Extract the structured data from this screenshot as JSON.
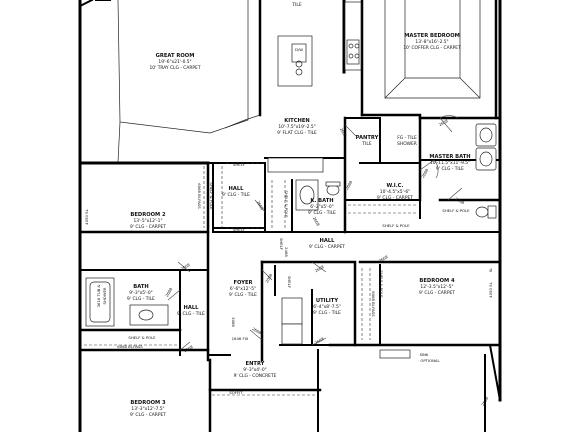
{
  "rooms": {
    "great_room": {
      "name": "GREAT ROOM",
      "dims": "19'-6\"x21'-0.5\"",
      "ceiling": "10' TRAY CLG - CARPET"
    },
    "kitchen": {
      "name": "KITCHEN",
      "dims": "10'-7.5\"x19'-2.5\"",
      "ceiling": "9' FLAT CLG - TILE",
      "top_label": "TILE"
    },
    "master_bedroom": {
      "name": "MASTER BEDROOM",
      "dims": "13'-8\"x16'-2.5\"",
      "ceiling": "10' COFFER CLG - CARPET"
    },
    "pantry": {
      "name": "PANTRY",
      "ceiling": "TILE"
    },
    "fg_shower": {
      "line1": "FG - TILE",
      "line2": "SHOWER"
    },
    "master_bath": {
      "name": "MASTER BATH",
      "dims": "10'-11.5\"x11'-9.5\"",
      "ceiling": "9' CLG - TILE"
    },
    "wic": {
      "name": "W.I.C.",
      "dims": "10'-4.5\"x5'-6\"",
      "ceiling": "9' CLG - CARPET"
    },
    "hall_upper": {
      "name": "HALL",
      "ceiling": "9' CLG - TILE"
    },
    "kbath": {
      "name": "K. BATH",
      "dims": "6'-2\"x5'-0\"",
      "ceiling": "9' CLG - TILE"
    },
    "bedroom2": {
      "name": "BEDROOM 2",
      "dims": "13'-5\"x12'-1\"",
      "ceiling": "9' CLG - CARPET"
    },
    "hall_center": {
      "name": "HALL",
      "ceiling": "9' CLG - CARPET"
    },
    "bedroom4": {
      "name": "BEDROOM 4",
      "dims": "12'-3.5\"x12'-5\"",
      "ceiling": "9' CLG - CARPET"
    },
    "foyer": {
      "name": "FOYER",
      "dims": "6'-6\"x12'-5\"",
      "ceiling": "9' CLG - TILE"
    },
    "utility": {
      "name": "UTILITY",
      "dims": "6'-4\"x8'-7.5\"",
      "ceiling": "9' CLG - TILE"
    },
    "bath": {
      "name": "BATH",
      "dims": "9'-3\"x5'-0\"",
      "ceiling": "9' CLG - TILE"
    },
    "hall_left": {
      "name": "HALL",
      "ceiling": "9' CLG - TILE"
    },
    "entry": {
      "name": "ENTRY",
      "dims": "9'-3\"x4'-0\"",
      "ceiling": "9' CLG - CONCRETE"
    },
    "bedroom3": {
      "name": "BEDROOM 3",
      "dims": "13'-3\"x12'-7.5\"",
      "ceiling": "9' CLG - CARPET"
    }
  },
  "labels": {
    "dw": "D/W",
    "shelf_upper": "SHELF",
    "shelf_lower": "SHELF",
    "shelf_pole_1": "SHELF & POLE",
    "shelf_pole_2": "SHELF & POLE",
    "shelf_pole_3": "SHELF & POLE",
    "shelf_pole_v1": "SHELF & POLE",
    "shelf_pole_v2": "SHELF & POLE",
    "shelf_pole_v3": "SHELF & POLE",
    "shelf_v1": "SHELF",
    "shelf_v2": "SHELF",
    "bipass_v1": "6068 BI-PASS",
    "bipass_v2": "6068 BI-PASS",
    "bipass_h": "6068 BI-PASS",
    "sl_v1": "4050 SL",
    "sl_v2": "4050 SL",
    "sl_v3": "SL",
    "shower_tub_1": "3616 TUB &",
    "shower_tub_2": "SHOWER",
    "fix": "1646 FIX",
    "soffit": "SOFFIT",
    "sink_1": "SINK",
    "sink_2": "OPTIONAL"
  },
  "doors": {
    "d1": "2668",
    "d2": "2668",
    "d3": "2668",
    "d4": "2068",
    "d5": "2668",
    "d6": "2668",
    "d7": "2668",
    "d8": "2068",
    "d9": "2668",
    "d10": "2668",
    "d11": "2668",
    "d12": "2668",
    "d13": "2668",
    "d14": "2668",
    "d15": "3068",
    "d16": "2668",
    "d17": "2668",
    "d18": "2468"
  }
}
